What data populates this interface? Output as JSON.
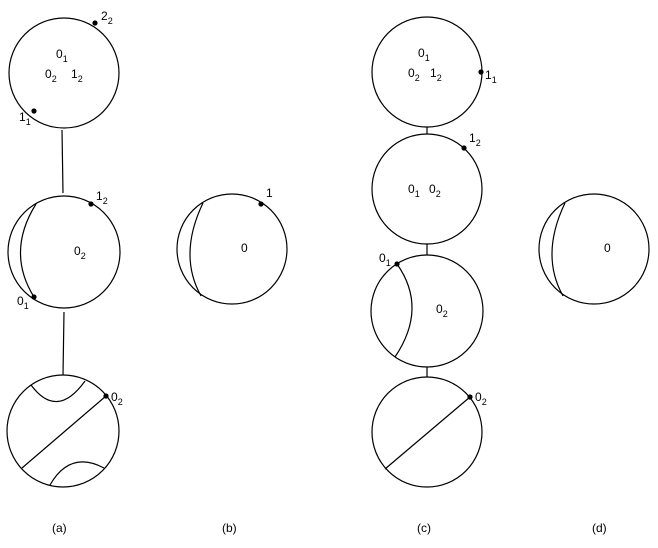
{
  "diagram": {
    "captions": {
      "a": "(a)",
      "b": "(b)",
      "c": "(c)",
      "d": "(d)"
    },
    "a": {
      "top": {
        "interior": [
          {
            "m": "0",
            "s": "1"
          },
          {
            "m": "0",
            "s": "2"
          },
          {
            "m": "1",
            "s": "2"
          }
        ],
        "markers": [
          {
            "m": "2",
            "s": "2"
          },
          {
            "m": "1",
            "s": "1"
          }
        ]
      },
      "middle": {
        "interior": [
          {
            "m": "0",
            "s": "2"
          }
        ],
        "markers": [
          {
            "m": "1",
            "s": "2"
          },
          {
            "m": "0",
            "s": "1"
          }
        ]
      },
      "bottom": {
        "markers": [
          {
            "m": "0",
            "s": "2"
          }
        ]
      }
    },
    "b": {
      "interior": [
        {
          "m": "0",
          "s": ""
        }
      ],
      "markers": [
        {
          "m": "1",
          "s": ""
        }
      ]
    },
    "c": {
      "first": {
        "interior": [
          {
            "m": "0",
            "s": "1"
          },
          {
            "m": "0",
            "s": "2"
          },
          {
            "m": "1",
            "s": "2"
          }
        ],
        "markers": [
          {
            "m": "1",
            "s": "1"
          }
        ]
      },
      "second": {
        "interior": [
          {
            "m": "0",
            "s": "1"
          },
          {
            "m": "0",
            "s": "2"
          }
        ],
        "markers": [
          {
            "m": "1",
            "s": "2"
          }
        ]
      },
      "third": {
        "interior": [
          {
            "m": "0",
            "s": "2"
          }
        ],
        "markers": [
          {
            "m": "0",
            "s": "1"
          }
        ]
      },
      "fourth": {
        "markers": [
          {
            "m": "0",
            "s": "2"
          }
        ]
      }
    },
    "d": {
      "interior": [
        {
          "m": "0",
          "s": ""
        }
      ]
    }
  }
}
